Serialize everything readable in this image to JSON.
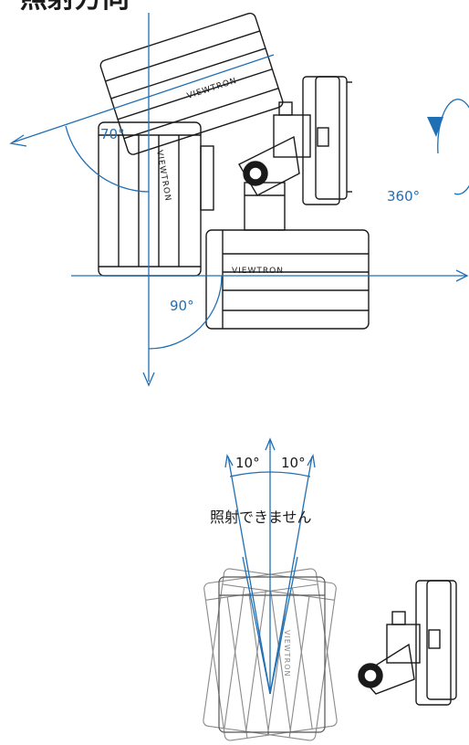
{
  "title": "可動範囲・照射方向",
  "angles": {
    "tilt_up": "70°",
    "tilt_down": "90°",
    "rotation": "360°",
    "spread_left": "10°",
    "spread_right": "10°"
  },
  "note": "照射できません",
  "brand": "VIEWTRON",
  "colors": {
    "accent": "#1f6fb5",
    "line": "#1a1a1a",
    "ghost": "#8a8a8a"
  }
}
